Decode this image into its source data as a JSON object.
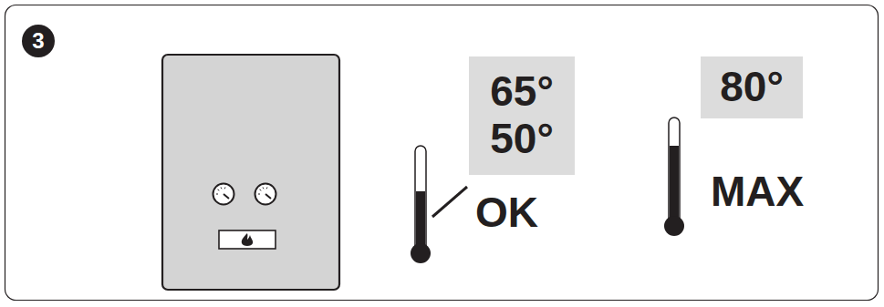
{
  "diagram": {
    "nodes": [
      {
        "text": [
          "3"
        ]
      },
      {
        "text": [
          "65°",
          "50°"
        ]
      },
      {
        "text": [
          "80°"
        ]
      }
    ],
    "labels": [
      "OK",
      "MAX"
    ]
  }
}
